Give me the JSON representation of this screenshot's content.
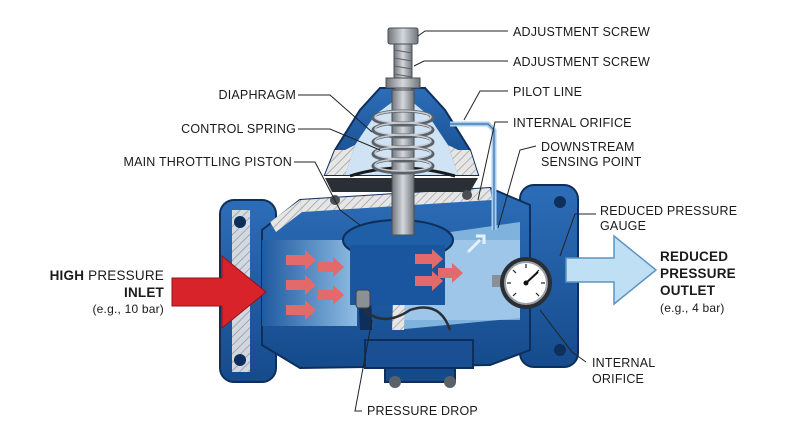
{
  "labels": {
    "adjustment_screw_1": "ADJUSTMENT SCREW",
    "adjustment_screw_2": "ADJUSTMENT SCREW",
    "pilot_line": "PILOT LINE",
    "internal_orifice_top": "INTERNAL ORIFICE",
    "downstream_line1": "DOWNSTREAM",
    "downstream_line2": "SENSING POINT",
    "reduced_gauge_line1": "REDUCED PRESSURE",
    "reduced_gauge_line2": "GAUGE",
    "internal_orifice_bottom_line1": "INTERNAL",
    "internal_orifice_bottom_line2": "ORIFICE",
    "diaphragm": "DIAPHRAGM",
    "control_spring": "CONTROL SPRING",
    "main_throttling_piston": "MAIN THROTTLING PISTON",
    "pressure_drop": "PRESSURE DROP"
  },
  "inlet": {
    "bold_word": "HIGH",
    "rest_word": " PRESSURE",
    "line2": "INLET",
    "line3": "(e.g., 10 bar)"
  },
  "outlet": {
    "line1": "REDUCED",
    "line2": "PRESSURE",
    "line3": "OUTLET",
    "line4": "(e.g., 4 bar)"
  },
  "colors": {
    "body_blue": "#1f5fa8",
    "dark_blue": "#123f7a",
    "light_blue": "#bcd8ee",
    "inlet_arrow": "#d8232a",
    "outlet_arrow": "#bfe0f4",
    "spring_gray": "#9aa0a6"
  }
}
